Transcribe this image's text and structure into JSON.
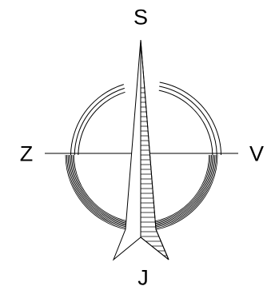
{
  "compass": {
    "north_label": "S",
    "west_label": "Z",
    "east_label": "V",
    "south_label": "J"
  },
  "colors": {
    "ink": "#000000",
    "background": "#ffffff"
  }
}
